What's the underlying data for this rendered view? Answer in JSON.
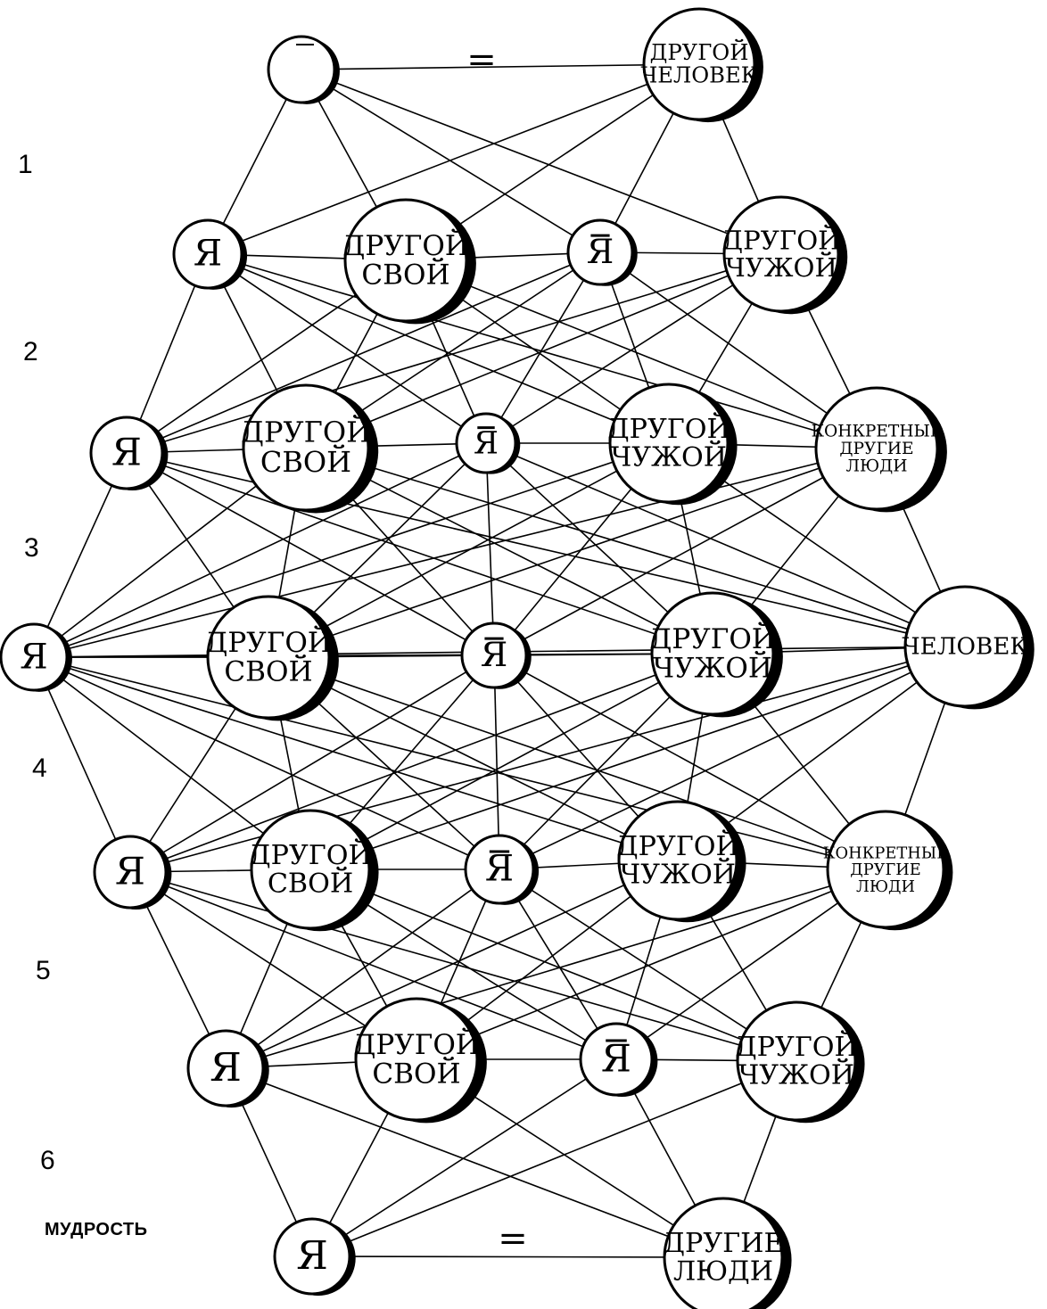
{
  "row_numbers": [
    "1",
    "2",
    "3",
    "4",
    "5",
    "6"
  ],
  "caption": "мудрость",
  "equal_sign": "=",
  "labels": {
    "ya": "Я",
    "ya_bar": "Я",
    "other_own": [
      "ДРУГОЙ",
      "СВОЙ"
    ],
    "other_alien": [
      "ДРУГОЙ",
      "ЧУЖОЙ"
    ],
    "concrete_others": [
      "КОНКРЕТНЫЕ",
      "ДРУГИЕ",
      "ЛЮДИ"
    ],
    "human": [
      "ЧЕЛОВЕК"
    ],
    "other_person": [
      "ДРУГОЙ",
      "ЧЕЛОВЕК"
    ],
    "other_people": [
      "ДРУГИЕ",
      "ЛЮДИ"
    ]
  },
  "nodes": [
    {
      "id": "top-empty",
      "label": []
    },
    {
      "id": "top-other-person",
      "label": [
        "ДРУГОЙ",
        "ЧЕЛОВЕК"
      ]
    },
    {
      "id": "r1-ya",
      "label": [
        "Я"
      ]
    },
    {
      "id": "r1-own",
      "label": [
        "ДРУГОЙ",
        "СВОЙ"
      ]
    },
    {
      "id": "r1-yabar",
      "label": [
        "Я"
      ],
      "bar": true
    },
    {
      "id": "r1-alien",
      "label": [
        "ДРУГОЙ",
        "ЧУЖОЙ"
      ]
    },
    {
      "id": "r2-ya",
      "label": [
        "Я"
      ]
    },
    {
      "id": "r2-own",
      "label": [
        "ДРУГОЙ",
        "СВОЙ"
      ]
    },
    {
      "id": "r2-yabar",
      "label": [
        "Я"
      ],
      "bar": true
    },
    {
      "id": "r2-alien",
      "label": [
        "ДРУГОЙ",
        "ЧУЖОЙ"
      ]
    },
    {
      "id": "r2-concrete",
      "label": [
        "КОНКРЕТНЫЕ",
        "ДРУГИЕ",
        "ЛЮДИ"
      ]
    },
    {
      "id": "r3-ya",
      "label": [
        "Я"
      ]
    },
    {
      "id": "r3-own",
      "label": [
        "ДРУГОЙ",
        "СВОЙ"
      ]
    },
    {
      "id": "r3-yabar",
      "label": [
        "Я"
      ],
      "bar": true
    },
    {
      "id": "r3-alien",
      "label": [
        "ДРУГОЙ",
        "ЧУЖОЙ"
      ]
    },
    {
      "id": "r3-human",
      "label": [
        "ЧЕЛОВЕК"
      ]
    },
    {
      "id": "r4-ya",
      "label": [
        "Я"
      ]
    },
    {
      "id": "r4-own",
      "label": [
        "ДРУГОЙ",
        "СВОЙ"
      ]
    },
    {
      "id": "r4-yabar",
      "label": [
        "Я"
      ],
      "bar": true
    },
    {
      "id": "r4-alien",
      "label": [
        "ДРУГОЙ",
        "ЧУЖОЙ"
      ]
    },
    {
      "id": "r4-concrete",
      "label": [
        "КОНКРЕТНЫЕ",
        "ДРУГИЕ",
        "ЛЮДИ"
      ]
    },
    {
      "id": "r5-ya",
      "label": [
        "Я"
      ]
    },
    {
      "id": "r5-own",
      "label": [
        "ДРУГОЙ",
        "СВОЙ"
      ]
    },
    {
      "id": "r5-yabar",
      "label": [
        "Я"
      ],
      "bar": true
    },
    {
      "id": "r5-alien",
      "label": [
        "ДРУГОЙ",
        "ЧУЖОЙ"
      ]
    },
    {
      "id": "r6-ya",
      "label": [
        "Я"
      ]
    },
    {
      "id": "r6-others",
      "label": [
        "ДРУГИЕ",
        "ЛЮДИ"
      ]
    }
  ]
}
